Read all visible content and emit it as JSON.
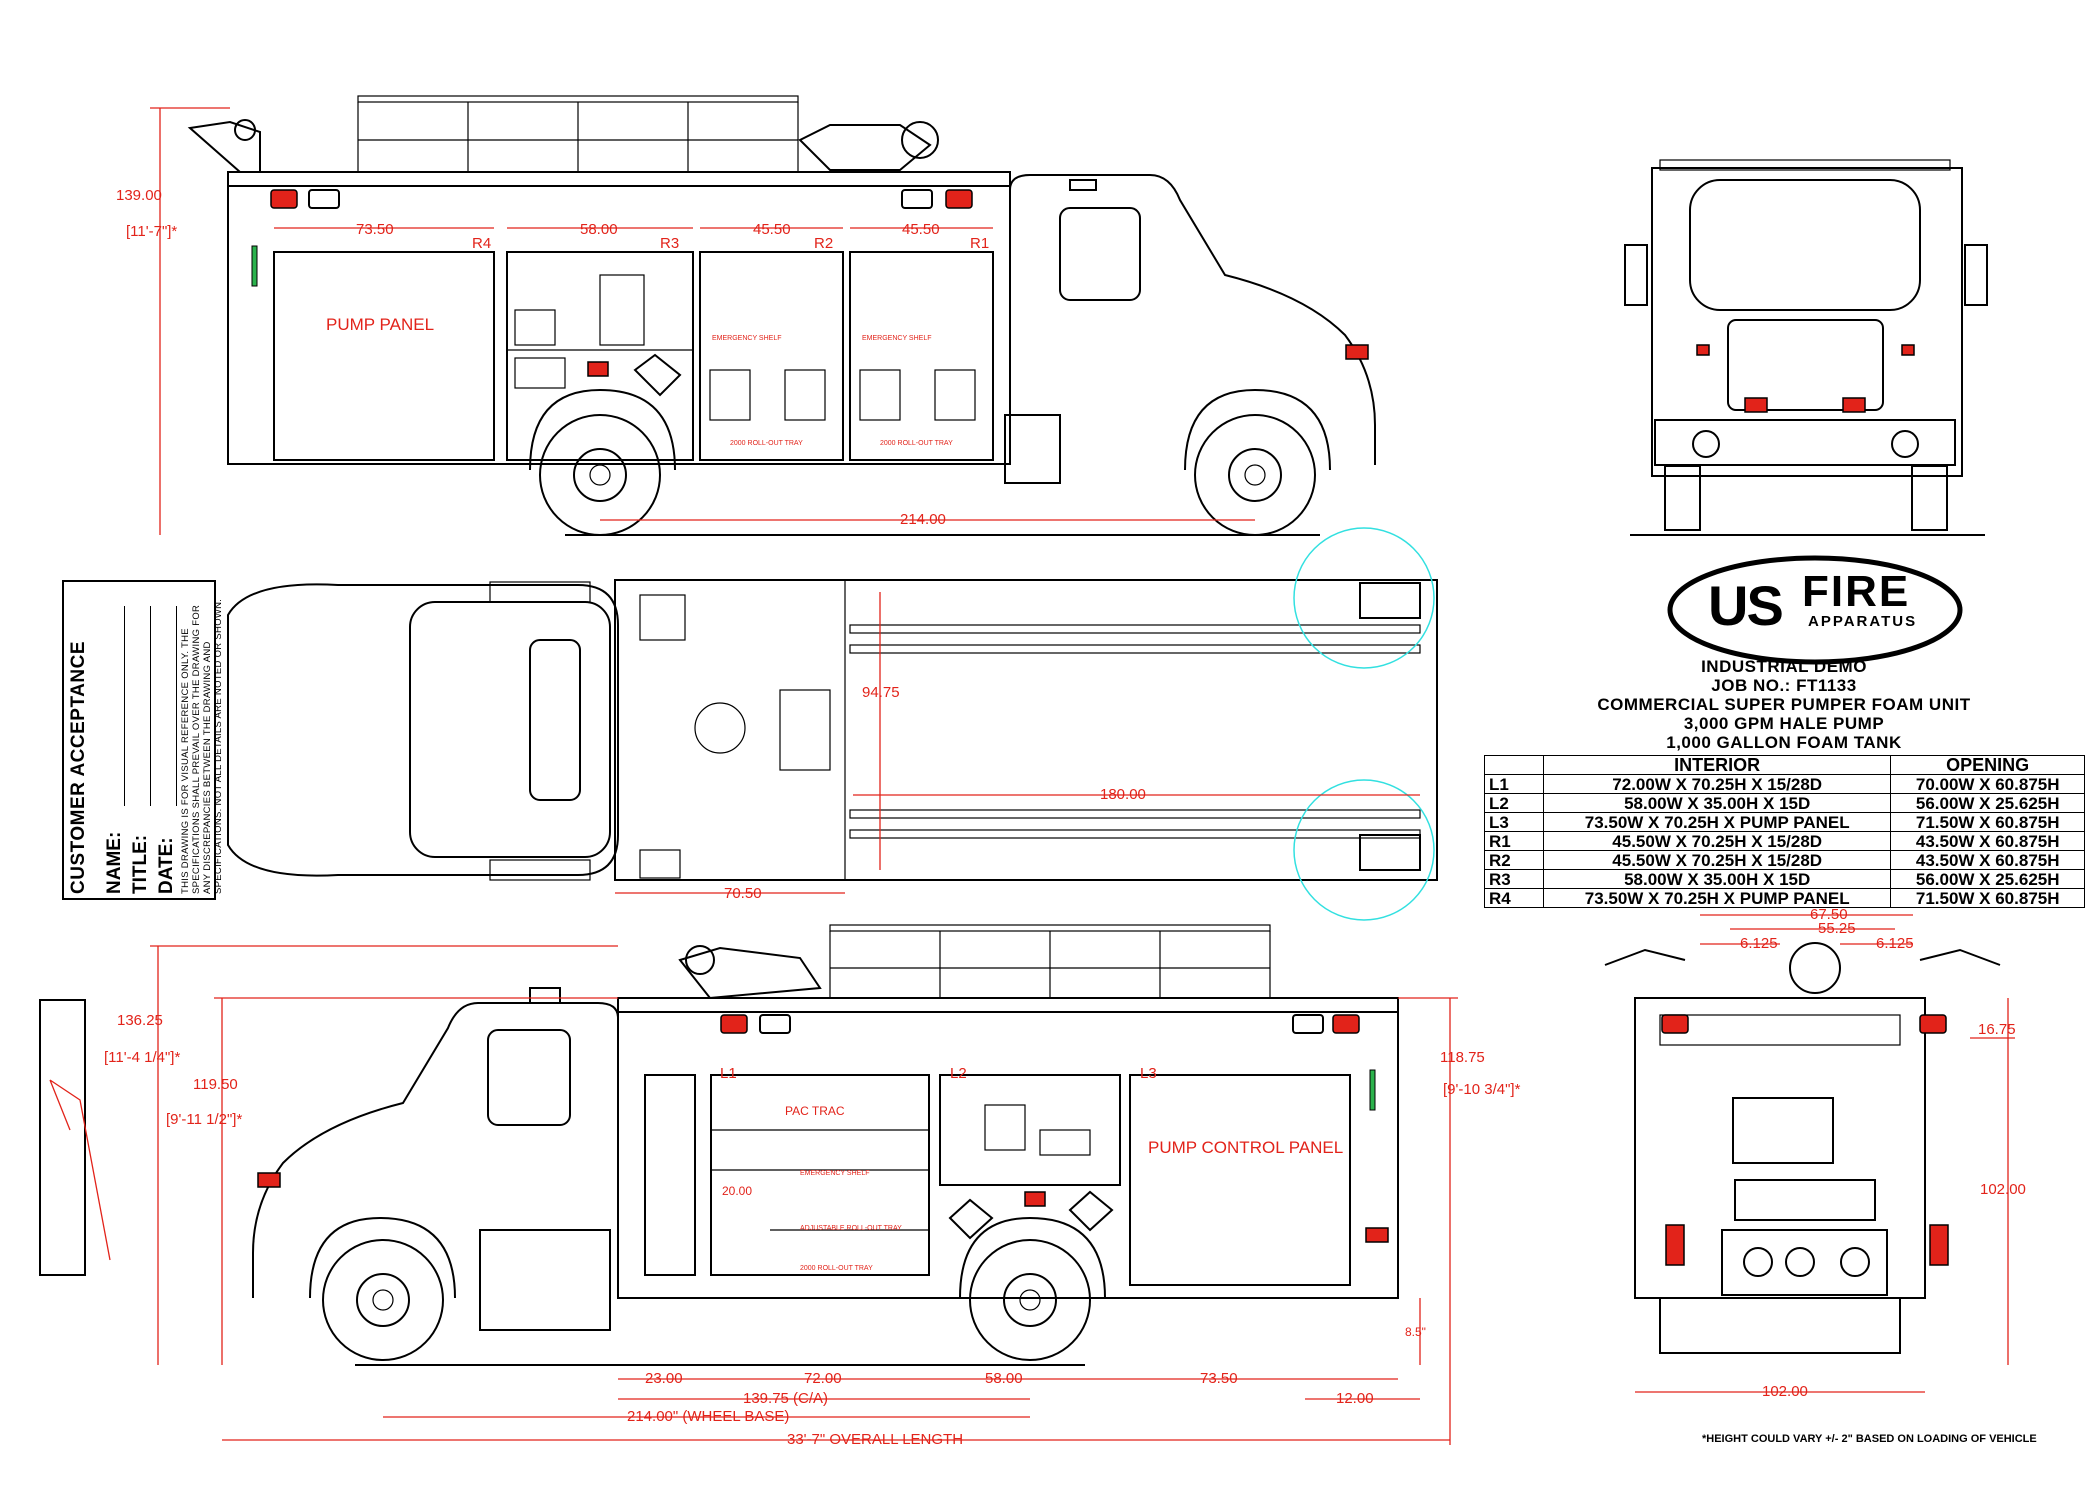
{
  "side_top": {
    "compartment_labels": [
      "R4",
      "R3",
      "R2",
      "R1"
    ],
    "widths": [
      "73.50",
      "58.00",
      "45.50",
      "45.50"
    ],
    "pump_panel": "PUMP PANEL",
    "height": "139.00",
    "height_ft": "[11'-7\"]*",
    "wheelbase": "214.00"
  },
  "plan": {
    "width": "94.75",
    "length": "180.00",
    "offset": "70.50"
  },
  "side_bottom": {
    "compartment_labels": [
      "L1",
      "L2",
      "L3"
    ],
    "pac_trac": "PAC TRAC",
    "pump_control_panel": "PUMP CONTROL PANEL",
    "small_dim": "20.00",
    "height_a": "136.25",
    "height_a_ft": "[11'-4 1/4\"]*",
    "height_b": "119.50",
    "height_b_ft": "[9'-11 1/2\"]*",
    "height_c": "118.75",
    "height_c_ft": "[9'-10 3/4\"]*",
    "ground_clear": "8.5\"",
    "dims": [
      "23.00",
      "72.00",
      "58.00",
      "73.50",
      "12.00"
    ],
    "ca": "139.75 (C/A)",
    "wheelbase": "214.00\" (WHEEL BASE)",
    "overall": "33'-7\" OVERALL LENGTH"
  },
  "rear": {
    "w1": "67.50",
    "w2": "55.25",
    "w3": "6.125",
    "w4": "6.125",
    "h1": "16.75",
    "h2": "102.00",
    "width": "102.00"
  },
  "logo": {
    "us": "US",
    "fire": "FIRE",
    "apparatus": "APPARATUS"
  },
  "info": {
    "line1": "INDUSTRIAL DEMO",
    "line2": "JOB NO.: FT1133",
    "line3": "COMMERCIAL SUPER PUMPER FOAM UNIT",
    "line4": "3,000 GPM HALE PUMP",
    "line5": "1,000 GALLON FOAM TANK"
  },
  "door_table": {
    "headers": [
      "",
      "INTERIOR",
      "OPENING"
    ],
    "rows": [
      [
        "L1",
        "72.00W X 70.25H X 15/28D",
        "70.00W X 60.875H"
      ],
      [
        "L2",
        "58.00W X 35.00H X 15D",
        "56.00W X 25.625H"
      ],
      [
        "L3",
        "73.50W X 70.25H X PUMP PANEL",
        "71.50W X 60.875H"
      ],
      [
        "R1",
        "45.50W X 70.25H X 15/28D",
        "43.50W X 60.875H"
      ],
      [
        "R2",
        "45.50W X 70.25H X 15/28D",
        "43.50W X 60.875H"
      ],
      [
        "R3",
        "58.00W X 35.00H X 15D",
        "56.00W X 25.625H"
      ],
      [
        "R4",
        "73.50W X 70.25H X PUMP PANEL",
        "71.50W X 60.875H"
      ]
    ]
  },
  "customer": {
    "title": "CUSTOMER ACCEPTANCE",
    "name": "NAME:",
    "title_field": "TITLE:",
    "date": "DATE:",
    "note": "THIS DRAWING IS FOR VISUAL REFERENCE ONLY. THE SPECIFICATIONS SHALL PREVAIL OVER THE DRAWING FOR ANY DISCREPANCIES BETWEEN THE DRAWING AND SPECIFICATIONS. NOT ALL DETAILS ARE NOTED OR SHOWN."
  },
  "footnote": "*HEIGHT COULD VARY +/- 2\" BASED ON LOADING OF VEHICLE"
}
